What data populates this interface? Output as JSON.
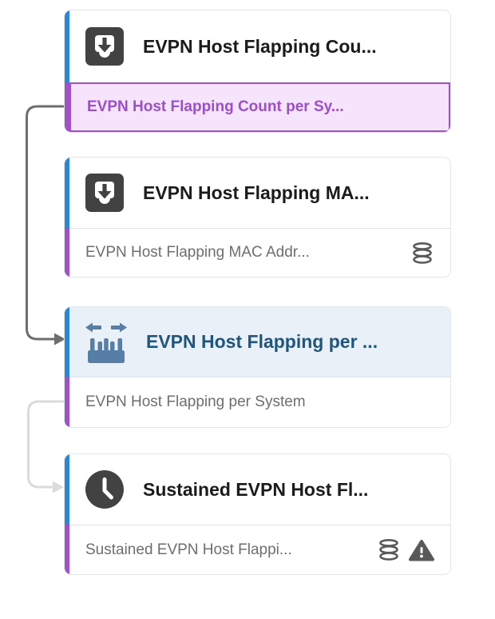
{
  "diagram": {
    "type": "probe-processor-pipeline",
    "nodes": [
      {
        "title": "EVPN Host Flapping Cou...",
        "icon": "accumulate-icon",
        "subtitle": "EVPN Host Flapping Count per Sy...",
        "subtitle_selected": true,
        "sub_icons": []
      },
      {
        "title": "EVPN Host Flapping MA...",
        "icon": "accumulate-icon",
        "subtitle": "EVPN Host Flapping MAC Addr...",
        "subtitle_selected": false,
        "sub_icons": [
          "database-icon"
        ]
      },
      {
        "title": "EVPN Host Flapping per ...",
        "icon": "range-icon",
        "header_selected": true,
        "subtitle": "EVPN Host Flapping per System",
        "subtitle_selected": false,
        "sub_icons": []
      },
      {
        "title": "Sustained EVPN Host Fl...",
        "icon": "clock-icon",
        "subtitle": "Sustained EVPN Host Flappi...",
        "subtitle_selected": false,
        "sub_icons": [
          "database-icon",
          "warning-icon"
        ]
      }
    ],
    "connectors": [
      {
        "from": "node-1-output",
        "to": "node-3-header",
        "state": "active",
        "color": "#6e6e6e"
      },
      {
        "from": "node-3-output",
        "to": "node-4-header",
        "state": "inactive",
        "color": "#d9dbdd"
      }
    ],
    "colors": {
      "processor_bar_blue": "#2b87d3",
      "output_bar_purple": "#a050c8",
      "selected_output_bg": "#f5e4fc",
      "selected_output_border": "#9d53c3",
      "selected_output_text": "#9b4fc8",
      "selected_header_bg": "#e9f0f8",
      "selected_header_text": "#1f567d",
      "title_text": "#1b1b1b",
      "subtitle_text": "#6e6e6e",
      "dark_icon": "#424242",
      "blue_icon": "#567ea6",
      "gray_sub_icon": "#595959"
    }
  }
}
